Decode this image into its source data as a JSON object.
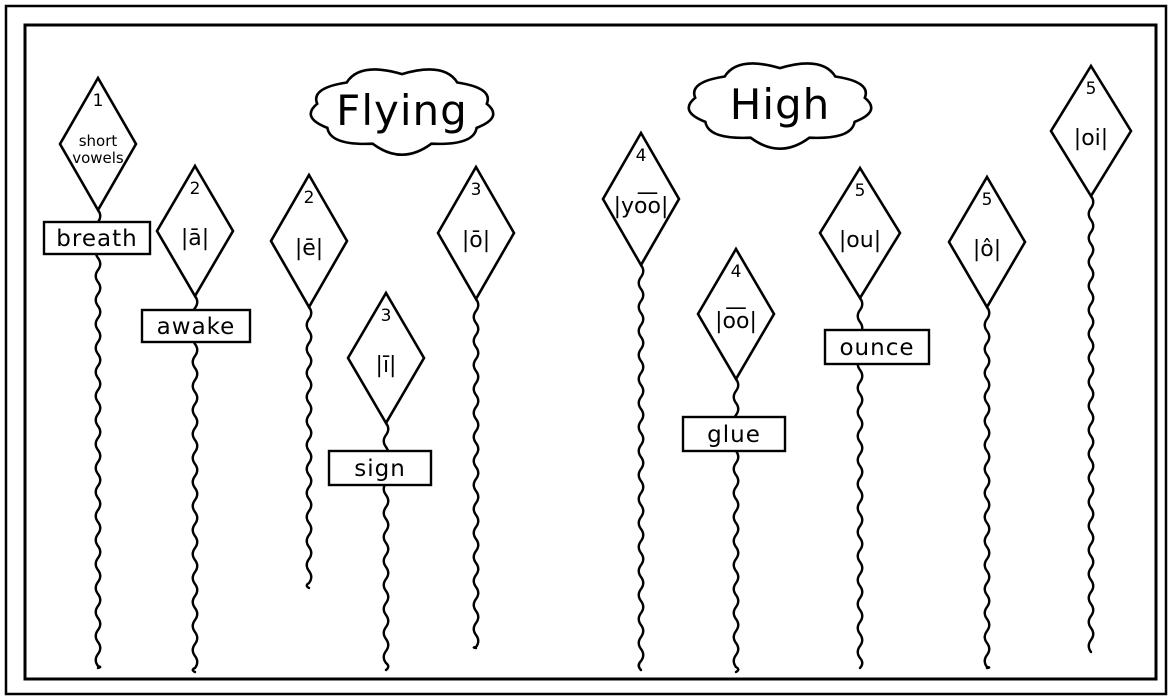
{
  "clouds": [
    {
      "id": "flying",
      "text": "Flying"
    },
    {
      "id": "high",
      "text": "High"
    }
  ],
  "kites": [
    {
      "id": "k1",
      "number": "1",
      "symbol": "",
      "lines": [
        "short",
        "vowels"
      ],
      "word": "breath"
    },
    {
      "id": "k2a",
      "number": "2",
      "symbol": "|ā|",
      "lines": [],
      "word": "awake"
    },
    {
      "id": "k2e",
      "number": "2",
      "symbol": "|ē|",
      "lines": [],
      "word": ""
    },
    {
      "id": "k3i",
      "number": "3",
      "symbol": "|ī|",
      "lines": [],
      "word": "sign"
    },
    {
      "id": "k3o",
      "number": "3",
      "symbol": "|ō|",
      "lines": [],
      "word": ""
    },
    {
      "id": "k4yoo",
      "number": "4",
      "symbol": "|yo͞o|",
      "lines": [],
      "word": ""
    },
    {
      "id": "k4oo",
      "number": "4",
      "symbol": "|o͞o|",
      "lines": [],
      "word": "glue"
    },
    {
      "id": "k5ou",
      "number": "5",
      "symbol": "|ou|",
      "lines": [],
      "word": "ounce"
    },
    {
      "id": "k5aw",
      "number": "5",
      "symbol": "|ô|",
      "lines": [],
      "word": ""
    },
    {
      "id": "k5oi",
      "number": "5",
      "symbol": "|oi|",
      "lines": [],
      "word": ""
    }
  ]
}
